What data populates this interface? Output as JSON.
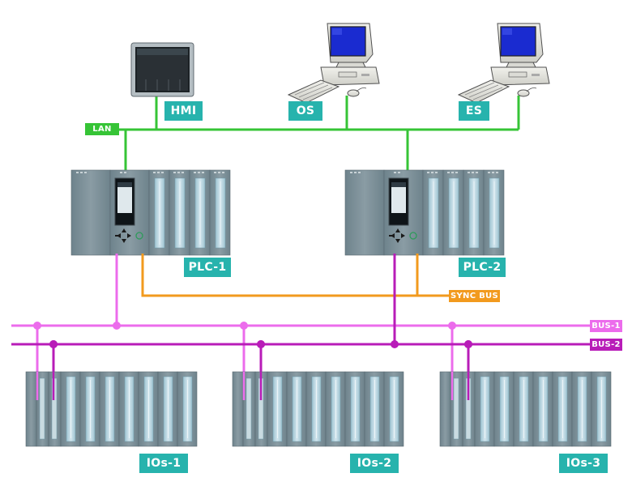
{
  "devices": {
    "hmi": "HMI",
    "os": "OS",
    "es": "ES",
    "plc1": "PLC-1",
    "plc2": "PLC-2",
    "ios1": "IOs-1",
    "ios2": "IOs-2",
    "ios3": "IOs-3"
  },
  "networks": {
    "lan": "LAN",
    "sync_bus": "SYNC BUS",
    "bus1": "BUS-1",
    "bus2": "BUS-2"
  },
  "colors": {
    "lan": "#36c436",
    "sync_bus": "#f29a1e",
    "bus1": "#ec6cec",
    "bus2": "#b81cb8",
    "label_bg": "#27b3ad",
    "module_body": "#7d9098",
    "module_slot": "#b9d4de",
    "monitor_screen": "#1a2bd0"
  },
  "icons": [
    "hmi-panel-icon",
    "workstation-icon",
    "plc-rack-icon",
    "io-station-icon"
  ]
}
